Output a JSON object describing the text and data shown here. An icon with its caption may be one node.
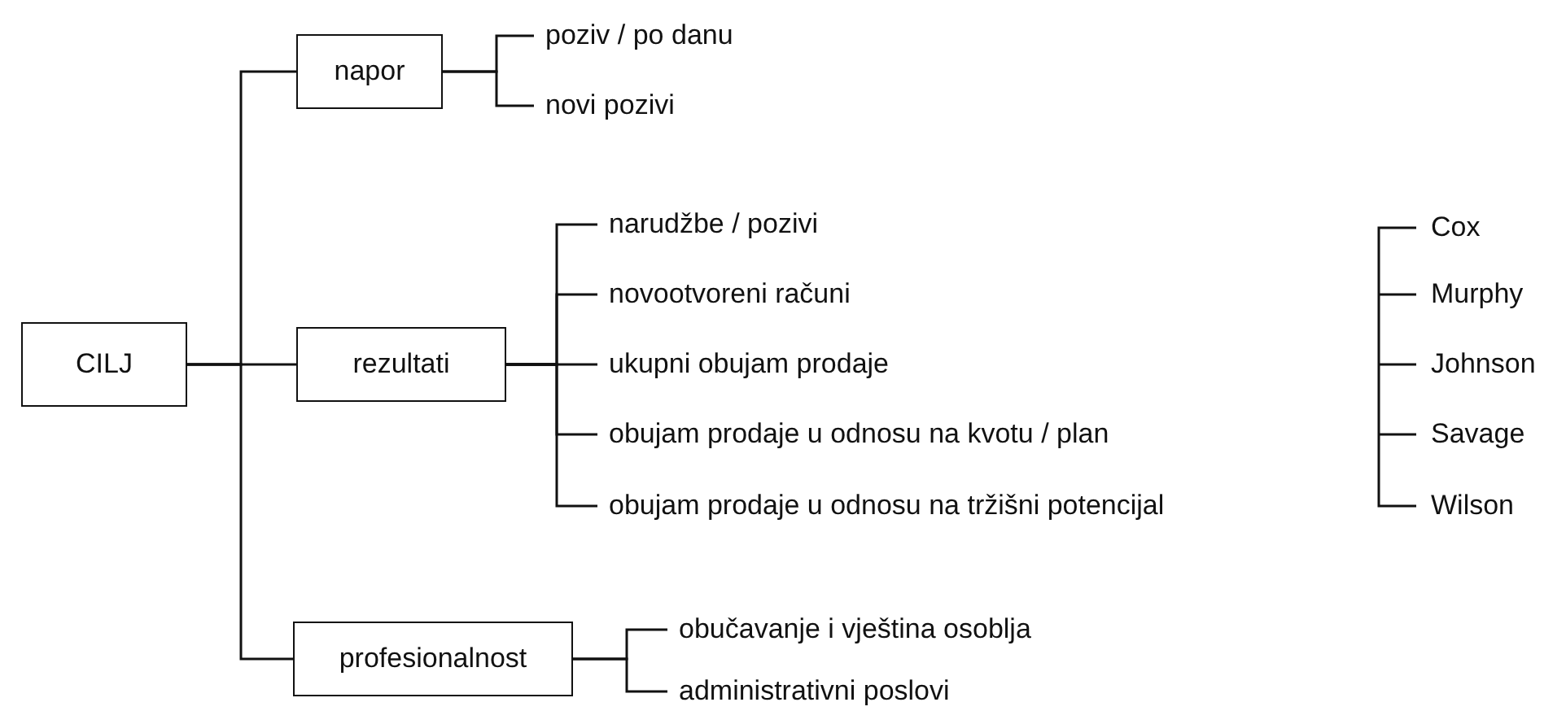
{
  "diagram": {
    "nodes": [
      {
        "text": [
          "CILJ"
        ]
      },
      {
        "text": [
          "napor"
        ]
      },
      {
        "text": [
          "rezultati"
        ]
      },
      {
        "text": [
          "profesionalnost"
        ]
      },
      {
        "text": [
          "poziv / po danu"
        ]
      },
      {
        "text": [
          "novi pozivi"
        ]
      },
      {
        "text": [
          "narudžbe / pozivi"
        ]
      },
      {
        "text": [
          "novootvoreni računi"
        ]
      },
      {
        "text": [
          "ukupni obujam prodaje"
        ]
      },
      {
        "text": [
          "obujam prodaje u odnosu na kvotu / plan"
        ]
      },
      {
        "text": [
          "obujam prodaje u odnosu na tržišni potencijal"
        ]
      },
      {
        "text": [
          "obučavanje i vještina osoblja"
        ]
      },
      {
        "text": [
          "administrativni poslovi"
        ]
      }
    ],
    "edges": [
      {
        "from": 0,
        "to": 1,
        "arrow": "none"
      },
      {
        "from": 0,
        "to": 2,
        "arrow": "none"
      },
      {
        "from": 0,
        "to": 3,
        "arrow": "none"
      },
      {
        "from": 1,
        "to": 4,
        "arrow": "none"
      },
      {
        "from": 1,
        "to": 5,
        "arrow": "none"
      },
      {
        "from": 2,
        "to": 6,
        "arrow": "none"
      },
      {
        "from": 2,
        "to": 7,
        "arrow": "none"
      },
      {
        "from": 2,
        "to": 8,
        "arrow": "none"
      },
      {
        "from": 2,
        "to": 9,
        "arrow": "none"
      },
      {
        "from": 2,
        "to": 10,
        "arrow": "none"
      },
      {
        "from": 3,
        "to": 11,
        "arrow": "none"
      },
      {
        "from": 3,
        "to": 12,
        "arrow": "none"
      }
    ],
    "labels": [
      "Cox",
      "Murphy",
      "Johnson",
      "Savage",
      "Wilson"
    ]
  }
}
